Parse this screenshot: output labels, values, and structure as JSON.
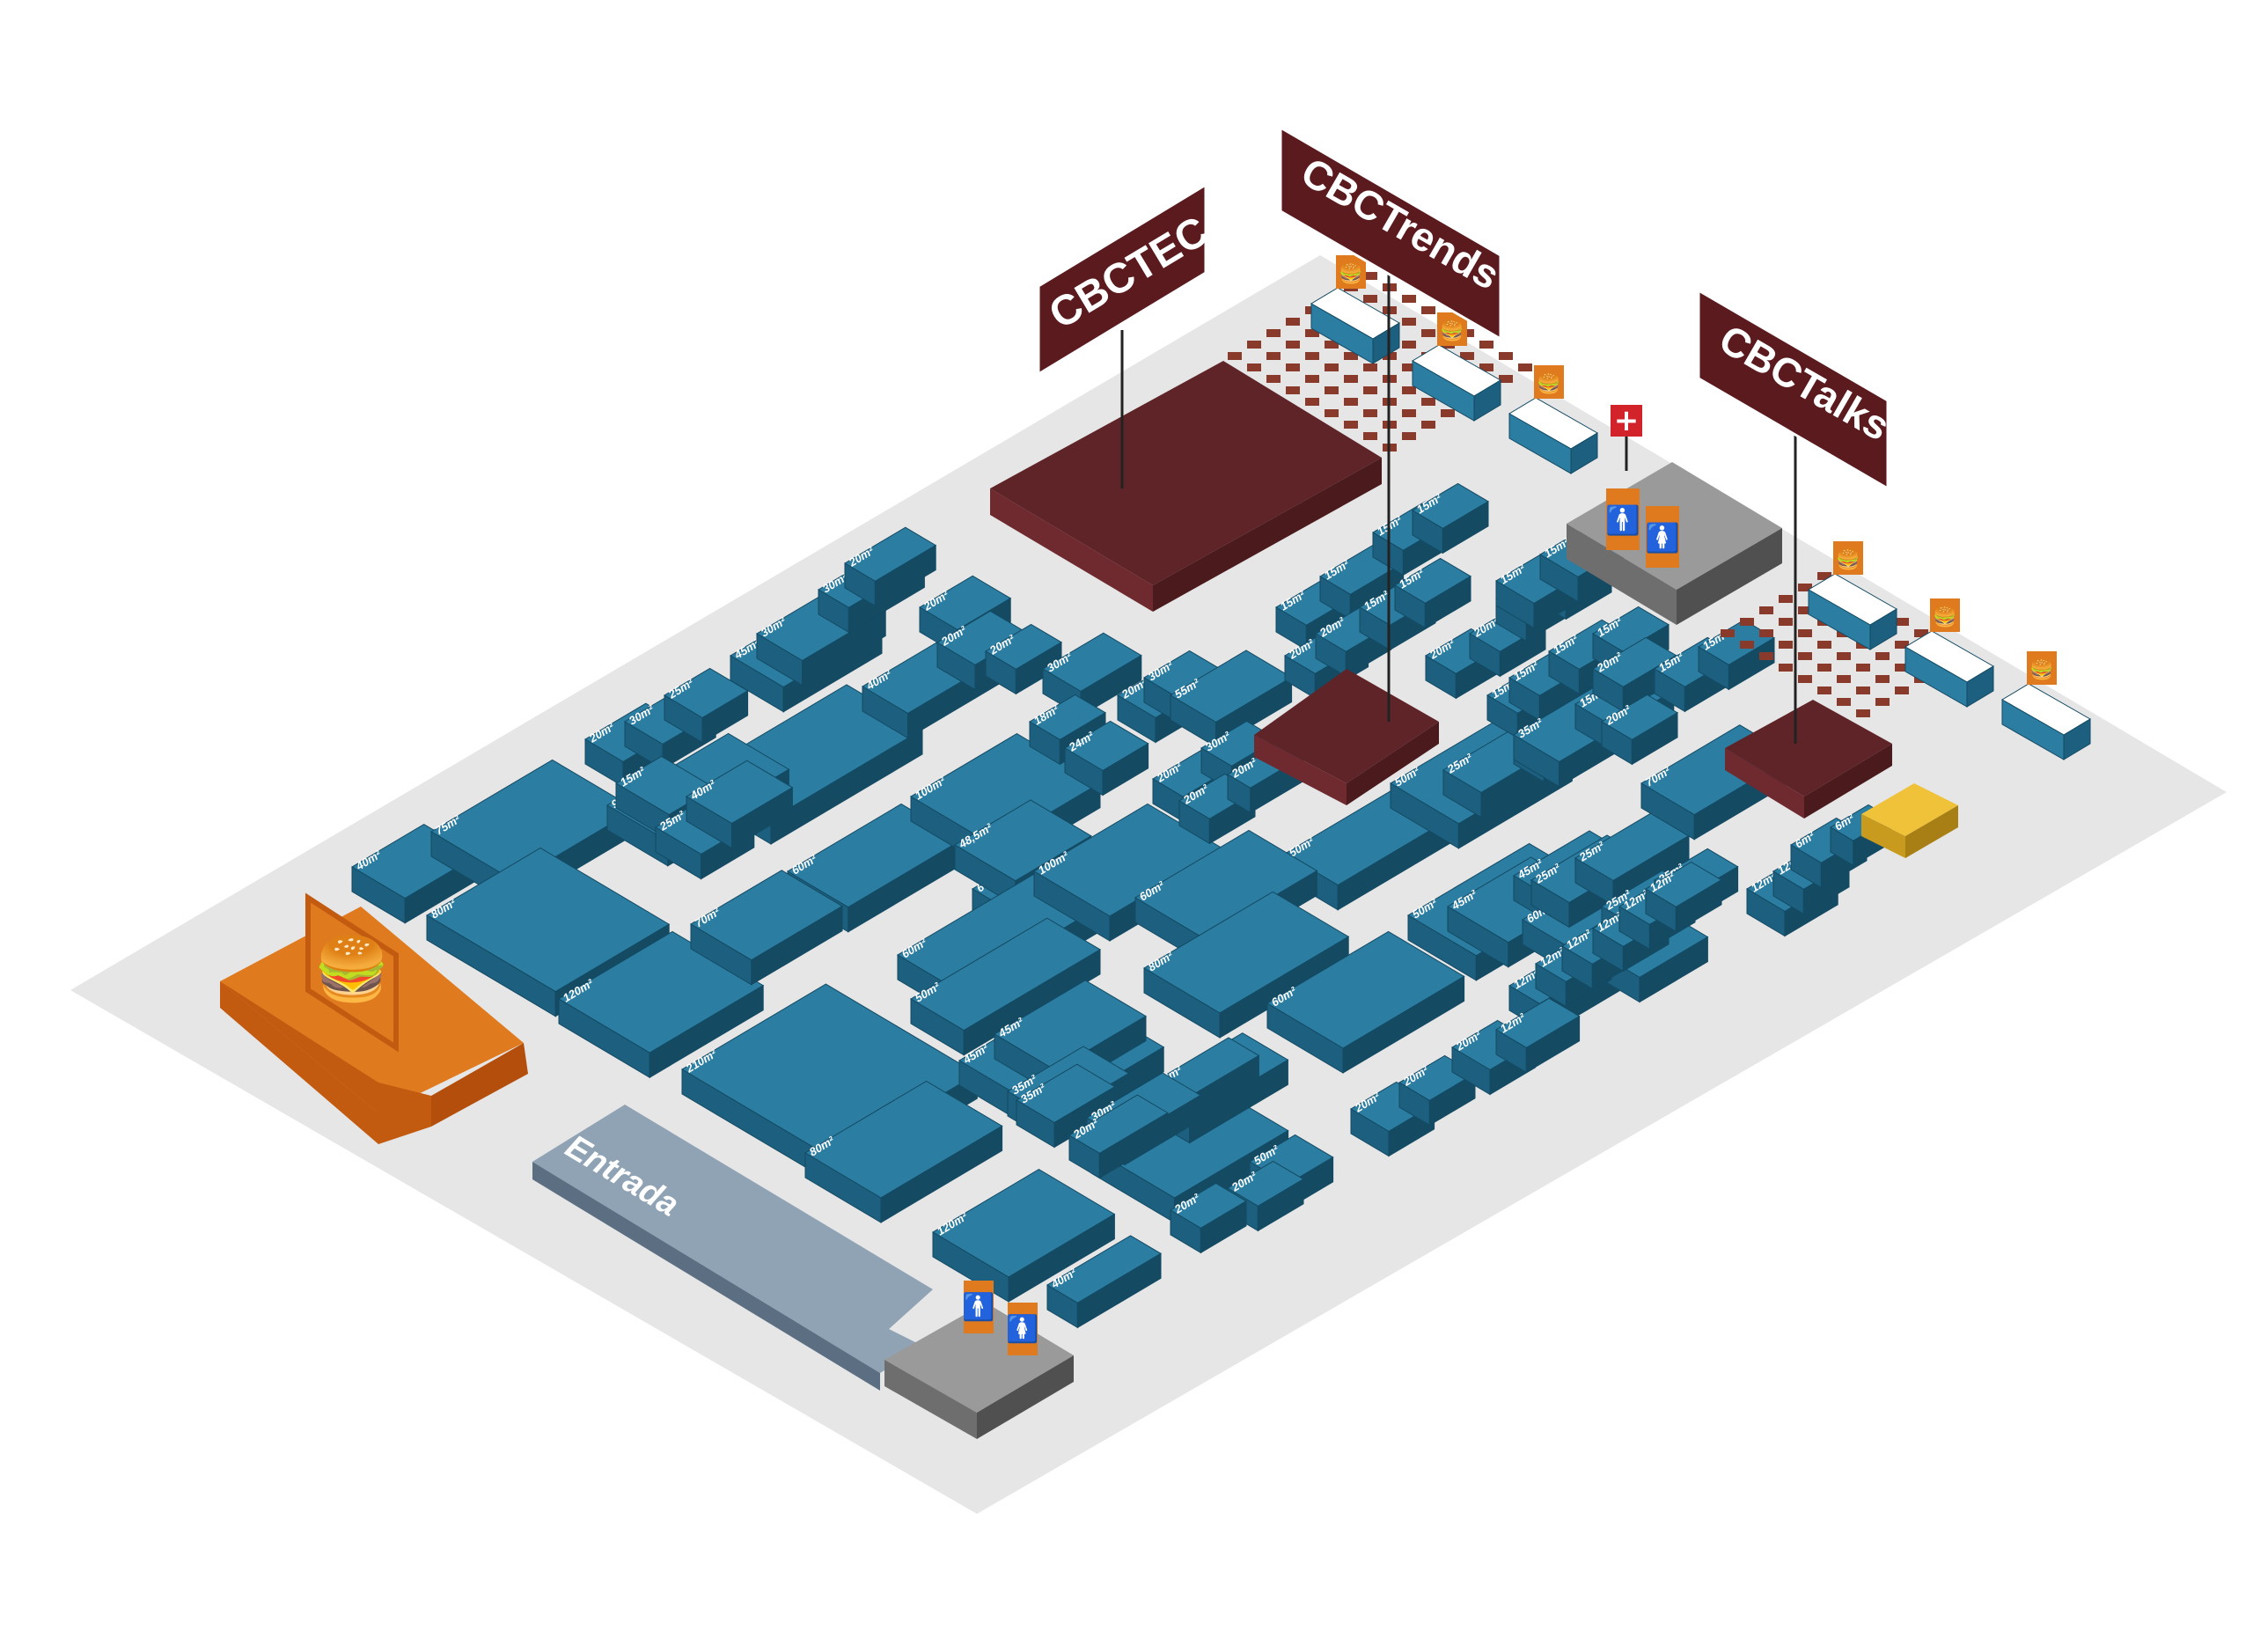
{
  "colors": {
    "floor": "#e6e6e6",
    "booth_top": "#2b7da2",
    "booth_left": "#1d5f7e",
    "booth_right": "#154a63",
    "stage_top": "#5f2428",
    "stage_side": "#7a2a2f",
    "sign_bg": "#5a1a1e",
    "orange": "#e07a1f",
    "orange_dark": "#c25a10",
    "grey": "#6e6e6e",
    "entrance": "#8fa3b5",
    "yellow": "#d9a929",
    "table": "#8a3a2a"
  },
  "signs": {
    "cbctec": "CBCTEC",
    "cbctrends": "CBCTrends",
    "cbctalks": "CBCTalks"
  },
  "entrance": {
    "label": "Entrada"
  },
  "booth_labels": [
    "40m²",
    "75m²",
    "80m²",
    "90m²",
    "120m²",
    "210m²",
    "80m²",
    "120m²",
    "40m²",
    "20m²",
    "30m²",
    "25m²",
    "45m²",
    "30m²",
    "30m²",
    "20m²",
    "60m²",
    "90m²",
    "15m²",
    "25m²",
    "40m²",
    "40m²",
    "60m²",
    "100m²",
    "60,5m²",
    "48,5m²",
    "70m²",
    "60m²",
    "50m²",
    "100m²",
    "45m²",
    "45m²",
    "35m²",
    "35m²",
    "60m²",
    "20m²",
    "20m²",
    "20m²",
    "30m²",
    "18m²",
    "24m²",
    "20m²",
    "30m²",
    "55m²",
    "20m²",
    "30m²",
    "20m²",
    "20m²",
    "50m²",
    "60m²",
    "80m²",
    "60m²",
    "60m²",
    "50m²",
    "30m²",
    "20m²",
    "50m²",
    "20m²",
    "20m²",
    "20m²",
    "20m²",
    "20m²",
    "15m²",
    "15m²",
    "15m²",
    "15m²",
    "20m²",
    "20m²",
    "15m²",
    "15m²",
    "20m²",
    "20m²",
    "15m²",
    "15m²",
    "50m²",
    "25m²",
    "25m²",
    "50m²",
    "45m²",
    "45m²",
    "60m²",
    "20m²",
    "20m²",
    "15m²",
    "15m²",
    "15m²",
    "15m²",
    "15m²",
    "15m²",
    "35m²",
    "15m²",
    "20m²",
    "25m²",
    "25m²",
    "25m²",
    "25m²",
    "12m²",
    "12m²",
    "12m²",
    "12m²",
    "12m²",
    "12m²",
    "12m²",
    "70m²",
    "12m²",
    "12m²",
    "6m²",
    "6m²",
    "15m²",
    "15m²",
    "20m²"
  ]
}
